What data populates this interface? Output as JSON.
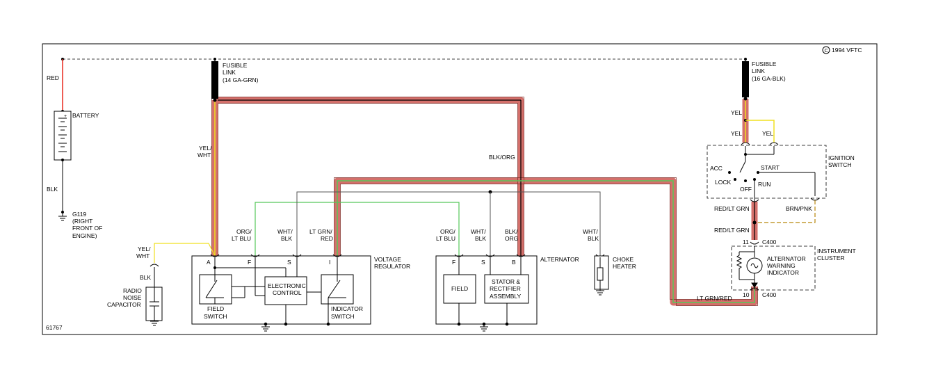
{
  "copyright": "1994 VFTC",
  "figure_number": "61767",
  "colors": {
    "highlight": "#d4706b",
    "red": "#e8291c",
    "yellow": "#f0e020",
    "green": "#56c85a",
    "olive": "#b8860b",
    "black": "#000000",
    "gray": "#555555"
  },
  "wire_labels": {
    "red_batt": "RED",
    "blk_batt": "BLK",
    "yel_wht_top1": "YEL/",
    "yel_wht_top2": "WHT",
    "blk_org_top": "BLK/ORG",
    "yel1": "YEL",
    "yel2": "YEL",
    "yel3": "YEL",
    "red_lt_grn1": "RED/LT GRN",
    "red_lt_grn2": "RED/LT GRN",
    "brn_pnk": "BRN/PNK",
    "lt_grn_red_bottom": "LT GRN/RED",
    "cap_yel_wht1": "YEL/",
    "cap_yel_wht2": "WHT",
    "cap_blk": "BLK",
    "vr_org_lt_blu1": "ORG/",
    "vr_org_lt_blu2": "LT BLU",
    "vr_wht_blk1": "WHT/",
    "vr_wht_blk2": "BLK",
    "vr_lt_grn_red1": "LT GRN/",
    "vr_lt_grn_red2": "RED",
    "alt_org_lt_blu1": "ORG/",
    "alt_org_lt_blu2": "LT BLU",
    "alt_wht_blk1": "WHT/",
    "alt_wht_blk2": "BLK",
    "alt_blk_org1": "BLK/",
    "alt_blk_org2": "ORG",
    "choke_wht_blk1": "WHT/",
    "choke_wht_blk2": "BLK"
  },
  "components": {
    "battery": "BATTERY",
    "ground_g119": [
      "G119",
      "(RIGHT",
      "FRONT OF",
      "ENGINE)"
    ],
    "fusible_link_1": [
      "FUSIBLE",
      "LINK",
      "(14 GA-GRN)"
    ],
    "fusible_link_2": [
      "FUSIBLE",
      "LINK",
      "(16 GA-BLK)"
    ],
    "radio_noise_capacitor": [
      "RADIO",
      "NOISE",
      "CAPACITOR"
    ],
    "voltage_regulator": [
      "VOLTAGE",
      "REGULATOR"
    ],
    "field_switch": [
      "FIELD",
      "SWITCH"
    ],
    "electronic_control": [
      "ELECTRONIC",
      "CONTROL"
    ],
    "indicator_switch": [
      "INDICATOR",
      "SWITCH"
    ],
    "alternator": "ALTERNATOR",
    "field": "FIELD",
    "stator_rectifier": [
      "STATOR &",
      "RECTIFIER",
      "ASSEMBLY"
    ],
    "choke_heater": [
      "CHOKE",
      "HEATER"
    ],
    "ignition_switch": [
      "IGNITION",
      "SWITCH"
    ],
    "ignition_positions": {
      "acc": "ACC",
      "lock": "LOCK",
      "off": "OFF",
      "run": "RUN",
      "start": "START"
    },
    "instrument_cluster": [
      "INSTRUMENT",
      "CLUSTER"
    ],
    "alternator_warning_indicator": [
      "ALTERNATOR",
      "WARNING",
      "INDICATOR"
    ]
  },
  "terminals": {
    "vr_a": "A",
    "vr_f": "F",
    "vr_s": "S",
    "vr_i": "I",
    "alt_f": "F",
    "alt_s": "S",
    "alt_b": "B",
    "pin_11": "11",
    "pin_10": "10",
    "c400_top": "C400",
    "c400_bottom": "C400"
  }
}
